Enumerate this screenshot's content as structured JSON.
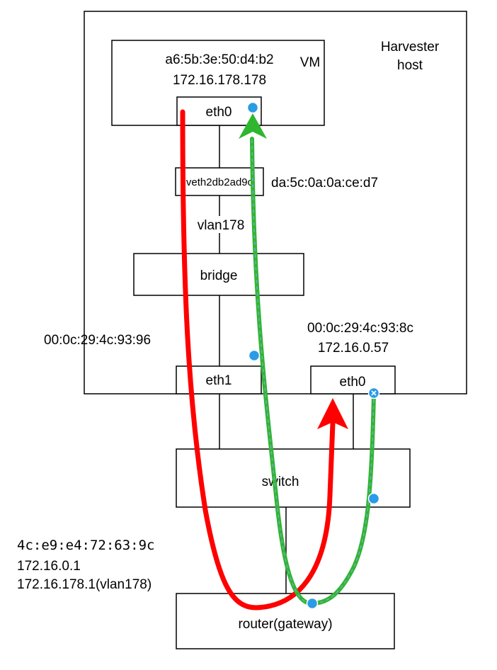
{
  "host": {
    "label_line1": "Harvester",
    "label_line2": "host"
  },
  "vm": {
    "label": "VM",
    "mac": "a6:5b:3e:50:d4:b2",
    "ip": "172.16.178.178",
    "iface": "eth0"
  },
  "veth": {
    "label": "veth2db2ad9c",
    "mac": "da:5c:0a:0a:ce:d7"
  },
  "vlan_label": "vlan178",
  "bridge_label": "bridge",
  "host_eth1": {
    "label": "eth1",
    "mac": "00:0c:29:4c:93:96"
  },
  "host_eth0": {
    "label": "eth0",
    "mac": "00:0c:29:4c:93:8c",
    "ip": "172.16.0.57"
  },
  "switch_label": "switch",
  "router": {
    "label": "router(gateway)",
    "mac": "4c:e9:e4:72:63:9c",
    "ip": "172.16.0.1",
    "vlan_ip": "172.16.178.1(vlan178)"
  },
  "colors": {
    "outbound_path": "#ff0000",
    "return_path": "#2fb62f",
    "return_path_dash": "#7ea6e0",
    "waypoint": "#2b9be6"
  }
}
